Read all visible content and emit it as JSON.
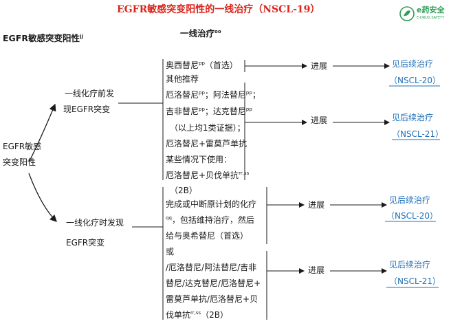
{
  "title": "EGFR敏感突变阳性的一线治疗（NSCL-19）",
  "logo": {
    "main": "e药安全",
    "sub": "E-DRUG SAFETY",
    "color": "#2e9d57"
  },
  "heading_left": {
    "text": "EGFR敏感突变阳性",
    "sup": "jj"
  },
  "heading_mid": {
    "text": "一线治疗",
    "sup": "oo"
  },
  "root": {
    "line1": "EGFR敏感",
    "line2": "突变阳性"
  },
  "branch1": {
    "line1": "一线化疗前发",
    "line2": "现EGFR突变"
  },
  "branch2": {
    "line1": "一线化疗时发现",
    "line2": "EGFR突变"
  },
  "list1": {
    "l1": "奥西替尼",
    "l1_sup": "pp",
    "l1_tail": "（首选）",
    "l2": "其他推荐",
    "l3a": "厄洛替尼",
    "l3a_sup": "pp",
    "l3b": "；阿法替尼",
    "l3b_sup": "pp",
    "l3c": "；",
    "l4a": "吉非替尼",
    "l4a_sup": "pp",
    "l4b": "；达克替尼",
    "l4b_sup": "pp",
    "l5": "（以上均1类证据）；",
    "l6": "厄洛替尼+雷莫芦单抗",
    "l7": "某些情况下使用：",
    "l8": "厄洛替尼+贝伐单抗",
    "l8_sup": "rr,ss",
    "l9": "（2B）"
  },
  "list2": {
    "l1": "完成或中断原计划的化疗",
    "l2_sup": "qq",
    "l2": "，包括维持治疗，然后",
    "l3": "给与奥希替尼（首选）",
    "l4": "或",
    "l5": "/厄洛替尼/阿法替尼/吉非",
    "l6": "替尼/达克替尼/厄洛替尼+",
    "l7": "雷莫芦单抗/厄洛替尼+贝",
    "l8": "伐单抗",
    "l8_sup": "rr,ss",
    "l8_tail": "（2B）"
  },
  "outcomes": [
    {
      "progress": "进展",
      "link": "见后续治疗",
      "code": "（NSCL-20）"
    },
    {
      "progress": "进展",
      "link": "见后续治疗",
      "code": "（NSCL-21）"
    },
    {
      "progress": "进展",
      "link": "见后续治疗",
      "code": "（NSCL-20）"
    },
    {
      "progress": "进展",
      "link": "见后续治疗",
      "code": "（NSCL-21）"
    }
  ]
}
